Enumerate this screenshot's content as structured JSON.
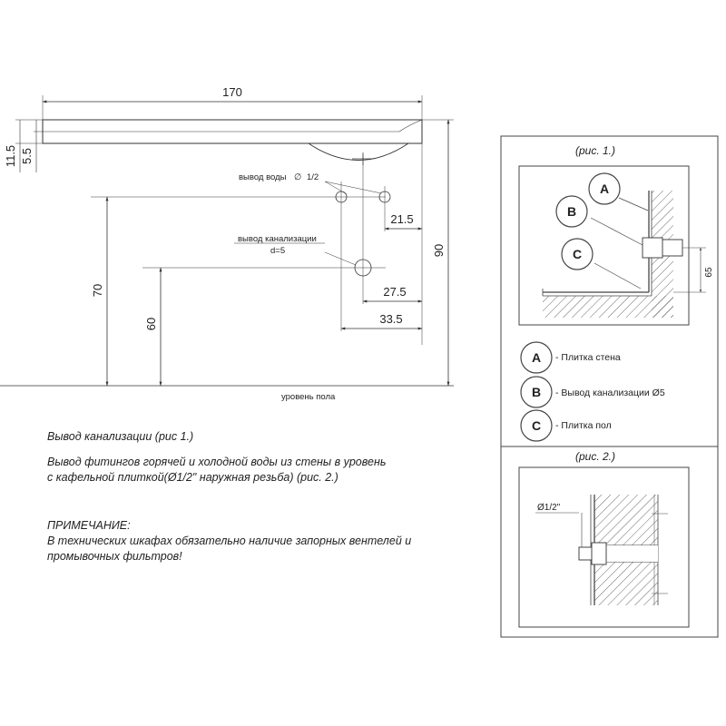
{
  "top_drawing": {
    "dim_width": "170",
    "dim_depth_total": "11.5",
    "dim_depth_top": "5.5",
    "dim_height_total": "90",
    "dim_height_water": "70",
    "dim_height_drain": "60",
    "dim_water_offset": "21.5",
    "dim_drain_offset": "27.5",
    "dim_drain_offset_outer": "33.5",
    "label_water_outlet": "вывод воды",
    "label_water_size": "1/2",
    "label_drain_outlet": "вывод канализации",
    "label_drain_size": "d=5",
    "label_floor_level": "уровень пола"
  },
  "notes": {
    "line1": "Вывод канализации (рис 1.)",
    "line2a": "Вывод фитингов горячей и холодной воды из стены в уровень",
    "line2b": "с кафельной плиткой(Ø1/2\" наружная резьба) (рис. 2.)",
    "note_title": "ПРИМЕЧАНИЕ:",
    "note_line1": "В технических шкафах обязательно наличие запорных вентелей и",
    "note_line2": "промывочных фильтров!"
  },
  "fig1": {
    "caption": "(рис. 1.)",
    "dim_height": "65",
    "legend": [
      {
        "letter": "A",
        "text": "- Плитка стена"
      },
      {
        "letter": "B",
        "text": "- Вывод канализации   Ø5"
      },
      {
        "letter": "C",
        "text": "- Плитка пол"
      }
    ]
  },
  "fig2": {
    "caption": "(рис. 2.)",
    "thread_label": "Ø1/2\""
  }
}
